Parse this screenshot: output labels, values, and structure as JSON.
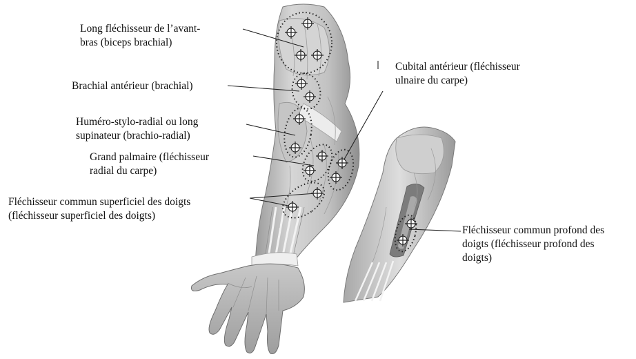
{
  "labels": {
    "biceps": [
      "Long fléchisseur de l’avant-",
      "bras (biceps brachial)"
    ],
    "brachial": [
      "Brachial antérieur (brachial)"
    ],
    "brachioradial": [
      "Huméro-stylo-radial ou long",
      "supinateur (brachio-radial)"
    ],
    "palmaire": [
      "Grand palmaire (fléchisseur",
      "radial du carpe)"
    ],
    "superficiel": [
      "Fléchisseur commun superficiel des doigts",
      "(fléchisseur superficiel des doigts)"
    ],
    "cubital": [
      "Cubital antérieur (fléchisseur",
      "ulnaire du carpe)"
    ],
    "profond": [
      "Fléchisseur commun profond des",
      "doigts (fléchisseur profond des",
      "doigts)"
    ]
  },
  "colors": {
    "muscle_light": "#d9d9d9",
    "muscle_mid": "#b3b3b3",
    "muscle_dark": "#8a8a8a",
    "tendon": "#eeeeee",
    "skin_outline": "#6e6e6e",
    "leader": "#222222",
    "marker": "#222222"
  },
  "icons": {
    "electrode": "crosshair-circle-icon",
    "zone": "dotted-ellipse-icon"
  }
}
